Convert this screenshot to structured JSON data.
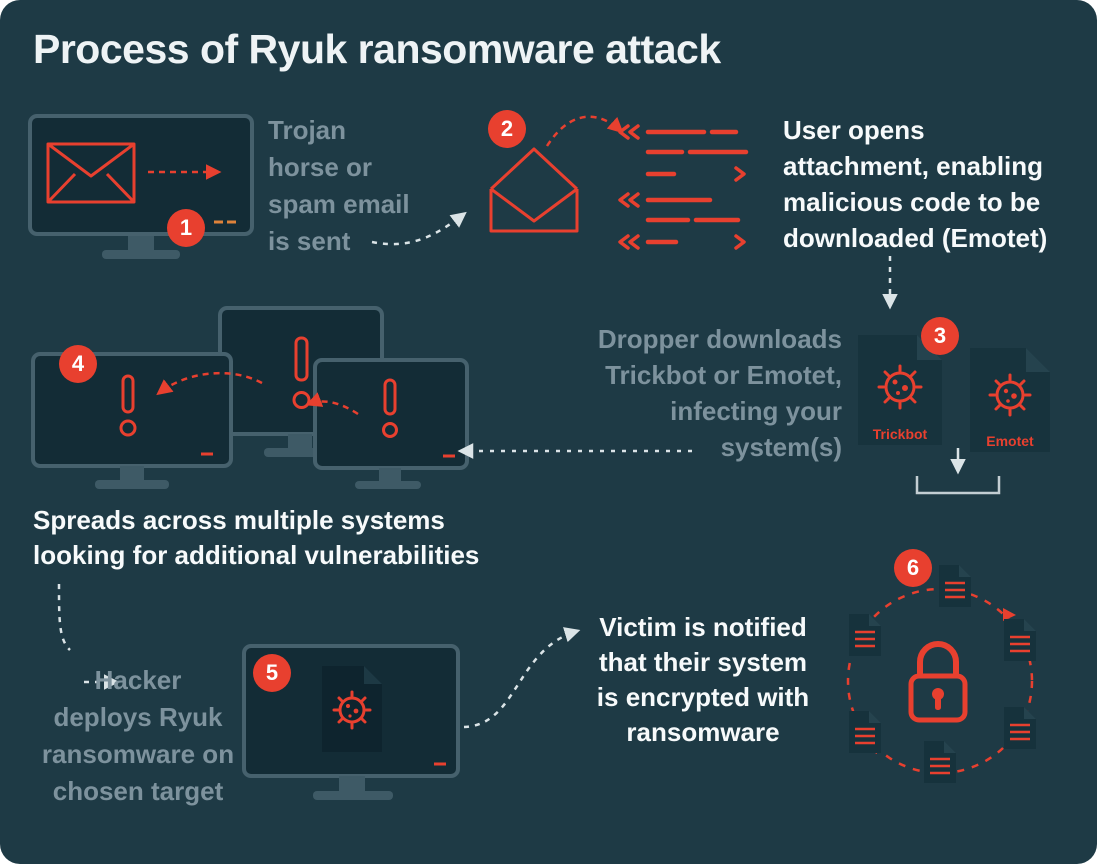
{
  "title": "Process of Ryuk ransomware attack",
  "colors": {
    "background": "#1e3a45",
    "accent_red": "#e8402f",
    "text_white": "#f7fafb",
    "text_muted": "#7d929d",
    "screen_fill": "#132c36",
    "bezel_stroke": "#46616d"
  },
  "steps": {
    "s1": {
      "number": "1",
      "label": "Trojan\nhorse or\nspam email\nis sent"
    },
    "s2": {
      "number": "2",
      "label": "User opens\nattachment, enabling\nmalicious code to be\ndownloaded (Emotet)"
    },
    "s3": {
      "number": "3",
      "label": "Dropper downloads\nTrickbot or Emotet,\ninfecting your\nsystem(s)",
      "file1": "Trickbot",
      "file2": "Emotet"
    },
    "s4": {
      "number": "4",
      "label": "Spreads across multiple systems\nlooking for additional vulnerabilities"
    },
    "s5": {
      "number": "5",
      "label": "Hacker\ndeploys Ryuk\nransomware on\nchosen target"
    },
    "s6": {
      "number": "6",
      "label": "Victim is notified\nthat their system\nis encrypted with\nransomware"
    }
  }
}
